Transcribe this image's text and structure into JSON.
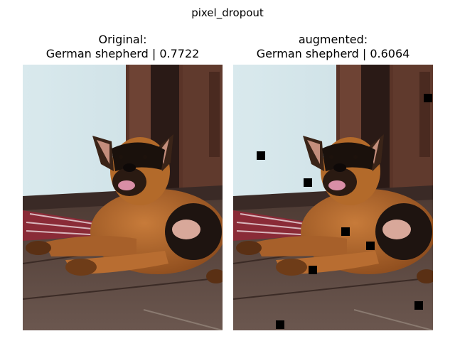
{
  "figure": {
    "suptitle": "pixel_dropout"
  },
  "panels": [
    {
      "title_line1": "Original:",
      "title_line2": "German shepherd | 0.7722"
    },
    {
      "title_line1": "augmented:",
      "title_line2": "German shepherd | 0.6064"
    }
  ]
}
